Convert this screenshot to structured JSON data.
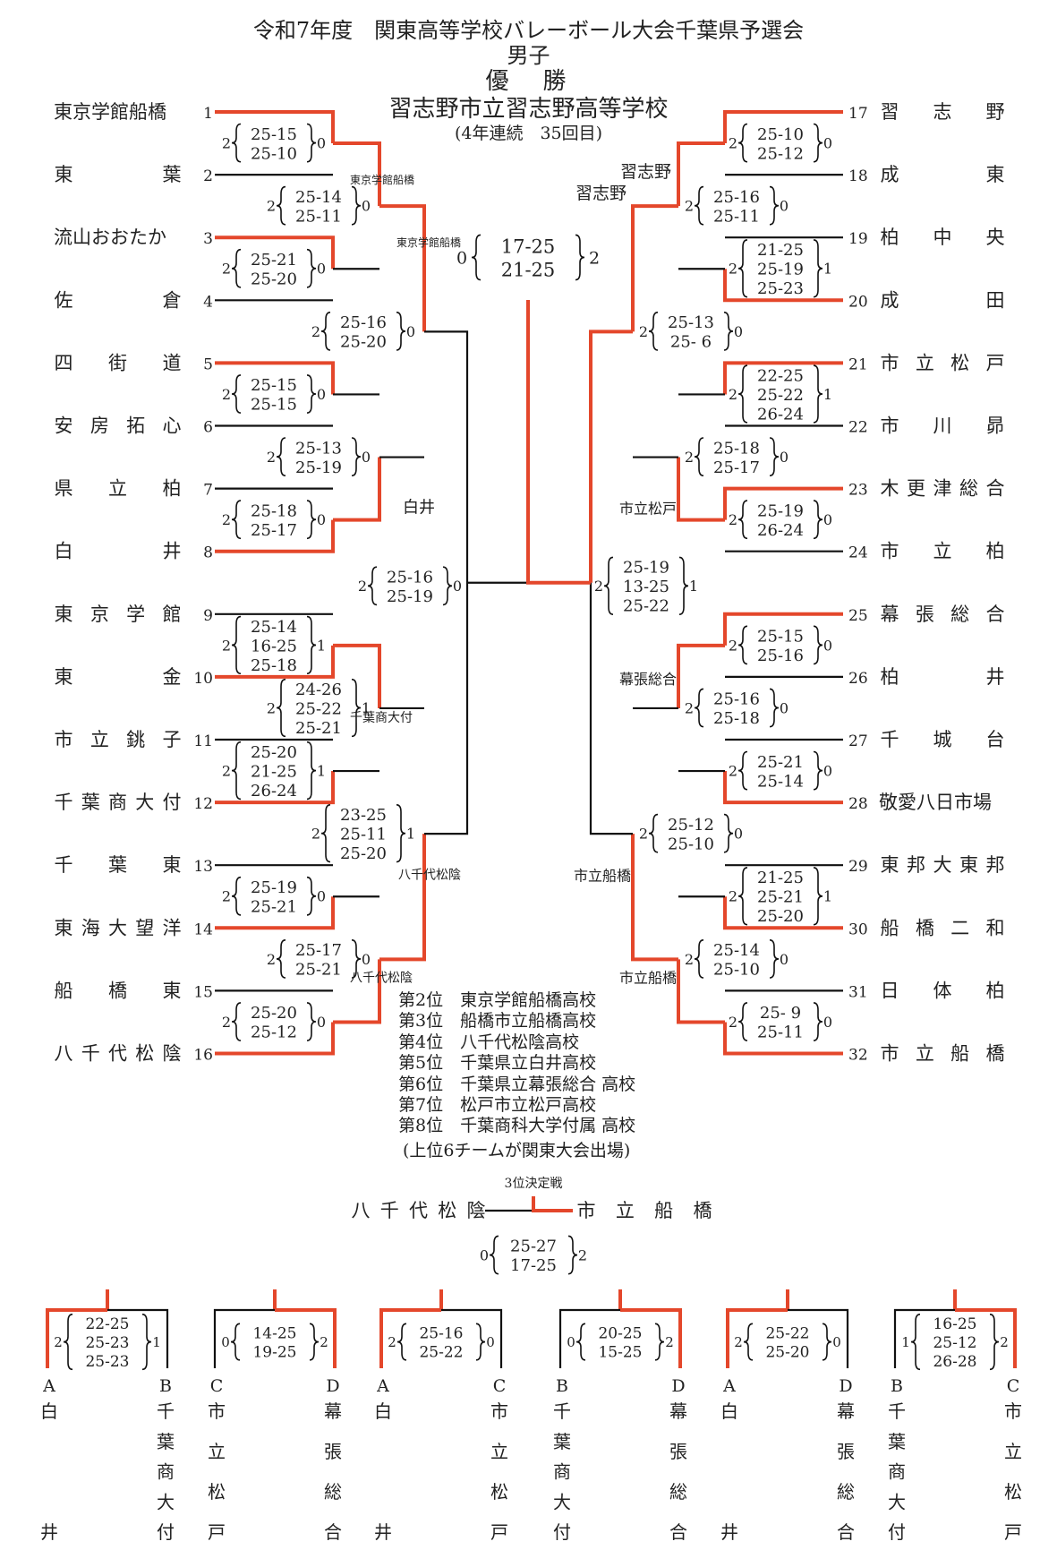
{
  "header": {
    "title": "令和7年度　関東高等学校バレーボール大会千葉県予選会",
    "division": "男子",
    "champion_label": "優　勝",
    "champion": "習志野市立習志野高等学校",
    "champion_note": "(4年連続　35回目)"
  },
  "colors": {
    "winner_line": "#e4472b",
    "line": "#111111",
    "text": "#222222"
  },
  "teams_left": [
    {
      "no": "1",
      "name": "東京学館船橋",
      "spaced": false
    },
    {
      "no": "2",
      "name": "東葉",
      "spaced": true
    },
    {
      "no": "3",
      "name": "流山おおたか",
      "spaced": false
    },
    {
      "no": "4",
      "name": "佐倉",
      "spaced": true
    },
    {
      "no": "5",
      "name": "四街道",
      "spaced": true
    },
    {
      "no": "6",
      "name": "安房拓心",
      "spaced": true
    },
    {
      "no": "7",
      "name": "県立柏",
      "spaced": true
    },
    {
      "no": "8",
      "name": "白井",
      "spaced": true
    },
    {
      "no": "9",
      "name": "東京学館",
      "spaced": true
    },
    {
      "no": "10",
      "name": "東金",
      "spaced": true
    },
    {
      "no": "11",
      "name": "市立銚子",
      "spaced": true
    },
    {
      "no": "12",
      "name": "千葉商大付",
      "spaced": true
    },
    {
      "no": "13",
      "name": "千葉東",
      "spaced": true
    },
    {
      "no": "14",
      "name": "東海大望洋",
      "spaced": true
    },
    {
      "no": "15",
      "name": "船橋東",
      "spaced": true
    },
    {
      "no": "16",
      "name": "八千代松陰",
      "spaced": true
    }
  ],
  "teams_right": [
    {
      "no": "17",
      "name": "習志野",
      "spaced": true
    },
    {
      "no": "18",
      "name": "成東",
      "spaced": true
    },
    {
      "no": "19",
      "name": "柏中央",
      "spaced": true
    },
    {
      "no": "20",
      "name": "成田",
      "spaced": true
    },
    {
      "no": "21",
      "name": "市立松戸",
      "spaced": true
    },
    {
      "no": "22",
      "name": "市川昴",
      "spaced": true
    },
    {
      "no": "23",
      "name": "木更津総合",
      "spaced": true
    },
    {
      "no": "24",
      "name": "市立柏",
      "spaced": true
    },
    {
      "no": "25",
      "name": "幕張総合",
      "spaced": true
    },
    {
      "no": "26",
      "name": "柏井",
      "spaced": true
    },
    {
      "no": "27",
      "name": "千城台",
      "spaced": true
    },
    {
      "no": "28",
      "name": "敬愛八日市場",
      "spaced": false
    },
    {
      "no": "29",
      "name": "東邦大東邦",
      "spaced": true
    },
    {
      "no": "30",
      "name": "船橋二和",
      "spaced": true
    },
    {
      "no": "31",
      "name": "日体柏",
      "spaced": true
    },
    {
      "no": "32",
      "name": "市立船橋",
      "spaced": true
    }
  ],
  "matches": [
    {
      "id": "L1-1",
      "left": "2",
      "right": "0",
      "scores": [
        "25-15",
        "25-10"
      ]
    },
    {
      "id": "L1-2",
      "left": "2",
      "right": "0",
      "scores": [
        "25-21",
        "25-20"
      ]
    },
    {
      "id": "L1-3",
      "left": "2",
      "right": "0",
      "scores": [
        "25-15",
        "25-15"
      ]
    },
    {
      "id": "L1-4",
      "left": "2",
      "right": "0",
      "scores": [
        "25-18",
        "25-17"
      ]
    },
    {
      "id": "L1-5",
      "left": "2",
      "right": "1",
      "scores": [
        "25-14",
        "16-25",
        "25-18"
      ]
    },
    {
      "id": "L1-6",
      "left": "2",
      "right": "1",
      "scores": [
        "25-20",
        "21-25",
        "26-24"
      ]
    },
    {
      "id": "L1-7",
      "left": "2",
      "right": "0",
      "scores": [
        "25-19",
        "25-21"
      ]
    },
    {
      "id": "L1-8",
      "left": "2",
      "right": "0",
      "scores": [
        "25-20",
        "25-12"
      ]
    },
    {
      "id": "L2-1",
      "left": "2",
      "right": "0",
      "scores": [
        "25-14",
        "25-11"
      ]
    },
    {
      "id": "L2-2",
      "left": "2",
      "right": "0",
      "scores": [
        "25-13",
        "25-19"
      ]
    },
    {
      "id": "L2-3",
      "left": "2",
      "right": "1",
      "scores": [
        "24-26",
        "25-22",
        "25-21"
      ]
    },
    {
      "id": "L2-4",
      "left": "2",
      "right": "0",
      "scores": [
        "25-17",
        "25-21"
      ]
    },
    {
      "id": "L3-1",
      "left": "2",
      "right": "0",
      "scores": [
        "25-16",
        "25-20"
      ]
    },
    {
      "id": "L3-2",
      "left": "2",
      "right": "1",
      "scores": [
        "23-25",
        "25-11",
        "25-20"
      ]
    },
    {
      "id": "L4",
      "left": "2",
      "right": "0",
      "scores": [
        "25-16",
        "25-19"
      ]
    },
    {
      "id": "R1-1",
      "left": "2",
      "right": "0",
      "scores": [
        "25-10",
        "25-12"
      ]
    },
    {
      "id": "R1-2",
      "left": "2",
      "right": "1",
      "scores": [
        "21-25",
        "25-19",
        "25-23"
      ]
    },
    {
      "id": "R1-3",
      "left": "2",
      "right": "1",
      "scores": [
        "22-25",
        "25-22",
        "26-24"
      ]
    },
    {
      "id": "R1-4",
      "left": "2",
      "right": "0",
      "scores": [
        "25-19",
        "26-24"
      ]
    },
    {
      "id": "R1-5",
      "left": "2",
      "right": "0",
      "scores": [
        "25-15",
        "25-16"
      ]
    },
    {
      "id": "R1-6",
      "left": "2",
      "right": "0",
      "scores": [
        "25-21",
        "25-14"
      ]
    },
    {
      "id": "R1-7",
      "left": "2",
      "right": "1",
      "scores": [
        "21-25",
        "25-21",
        "25-20"
      ]
    },
    {
      "id": "R1-8",
      "left": "2",
      "right": "0",
      "scores": [
        "25- 9",
        "25-11"
      ]
    },
    {
      "id": "R2-1",
      "left": "2",
      "right": "0",
      "scores": [
        "25-16",
        "25-11"
      ]
    },
    {
      "id": "R2-2",
      "left": "2",
      "right": "0",
      "scores": [
        "25-18",
        "25-17"
      ]
    },
    {
      "id": "R2-3",
      "left": "2",
      "right": "0",
      "scores": [
        "25-16",
        "25-18"
      ]
    },
    {
      "id": "R2-4",
      "left": "2",
      "right": "0",
      "scores": [
        "25-14",
        "25-10"
      ]
    },
    {
      "id": "R3-1",
      "left": "2",
      "right": "0",
      "scores": [
        "25-13",
        "25- 6"
      ]
    },
    {
      "id": "R3-2",
      "left": "2",
      "right": "0",
      "scores": [
        "25-12",
        "25-10"
      ]
    },
    {
      "id": "R4",
      "left": "2",
      "right": "1",
      "scores": [
        "25-19",
        "13-25",
        "25-22"
      ]
    },
    {
      "id": "F",
      "left": "0",
      "right": "2",
      "scores": [
        "17-25",
        "21-25"
      ]
    },
    {
      "id": "T3",
      "left": "0",
      "right": "2",
      "scores": [
        "25-27",
        "17-25"
      ]
    },
    {
      "id": "P1",
      "left": "2",
      "right": "1",
      "scores": [
        "22-25",
        "25-23",
        "25-23"
      ]
    },
    {
      "id": "P2",
      "left": "0",
      "right": "2",
      "scores": [
        "14-25",
        "19-25"
      ]
    },
    {
      "id": "P3",
      "left": "2",
      "right": "0",
      "scores": [
        "25-16",
        "25-22"
      ]
    },
    {
      "id": "P4",
      "left": "0",
      "right": "2",
      "scores": [
        "20-25",
        "15-25"
      ]
    },
    {
      "id": "P5",
      "left": "2",
      "right": "0",
      "scores": [
        "25-22",
        "25-20"
      ]
    },
    {
      "id": "P6",
      "left": "1",
      "right": "2",
      "scores": [
        "16-25",
        "25-12",
        "26-28"
      ]
    }
  ],
  "winner_labels": {
    "L2-1": "東京学館船橋",
    "L3-1": "東京学館船橋",
    "L2-2": "白井",
    "L2-3": "千葉商大付",
    "L3-2": "八千代松陰",
    "L2-4": "八千代松陰",
    "R2-1": "習志野",
    "R3-1": "習志野",
    "R2-2": "市立松戸",
    "R2-3": "幕張総合",
    "R3-2": "市立船橋",
    "R2-4": "市立船橋"
  },
  "rankings": [
    "第2位　東京学館船橋高校",
    "第3位　船橋市立船橋高校",
    "第4位　八千代松陰高校",
    "第5位　千葉県立白井高校",
    "第6位　千葉県立幕張総合 高校",
    "第7位　松戸市立松戸高校",
    "第8位　千葉商科大学付属 高校"
  ],
  "rankings_note": "(上位6チームが関東大会出場)",
  "third_place": {
    "label": "3位決定戦",
    "left": "八千代松陰",
    "right": "市立船橋"
  },
  "placement_matches": [
    {
      "lk": "A",
      "lt": "白井",
      "rk": "B",
      "rt": "千葉商大付"
    },
    {
      "lk": "C",
      "lt": "市立松戸",
      "rk": "D",
      "rt": "幕張総合"
    },
    {
      "lk": "A",
      "lt": "白井",
      "rk": "C",
      "rt": "市立松戸"
    },
    {
      "lk": "B",
      "lt": "千葉商大付",
      "rk": "D",
      "rt": "幕張総合"
    },
    {
      "lk": "A",
      "lt": "白井",
      "rk": "D",
      "rt": "幕張総合"
    },
    {
      "lk": "B",
      "lt": "千葉商大付",
      "rk": "C",
      "rt": "市立松戸"
    }
  ]
}
